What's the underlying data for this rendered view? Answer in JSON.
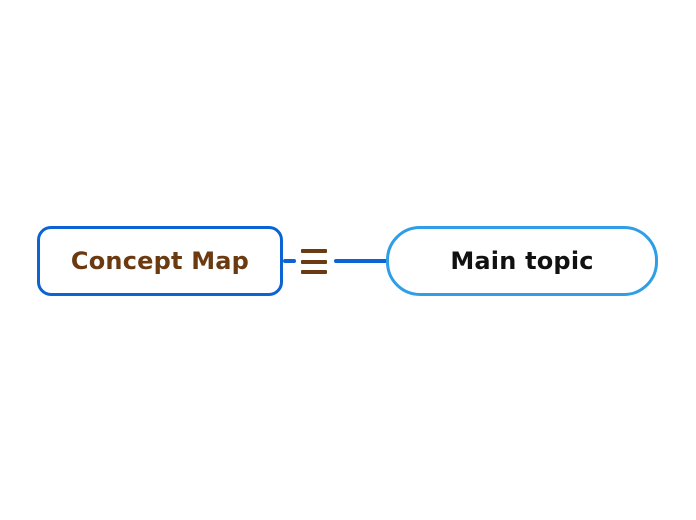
{
  "mindmap": {
    "canvas_background": "#ffffff",
    "nodes": [
      {
        "id": "concept-map",
        "label": "Concept Map",
        "shape": "rounded-rectangle",
        "border_color": "#0c63d4",
        "fill_color": "#ffffff",
        "text_color": "#6b3a10"
      },
      {
        "id": "main-topic",
        "label": "Main topic",
        "shape": "pill",
        "border_color": "#2f9ee6",
        "fill_color": "#ffffff",
        "text_color": "#111111"
      }
    ],
    "connector": {
      "from": "concept-map",
      "to": "main-topic",
      "color": "#0c63d4",
      "icon": "three-lines-icon",
      "icon_color": "#6b3a10"
    }
  }
}
